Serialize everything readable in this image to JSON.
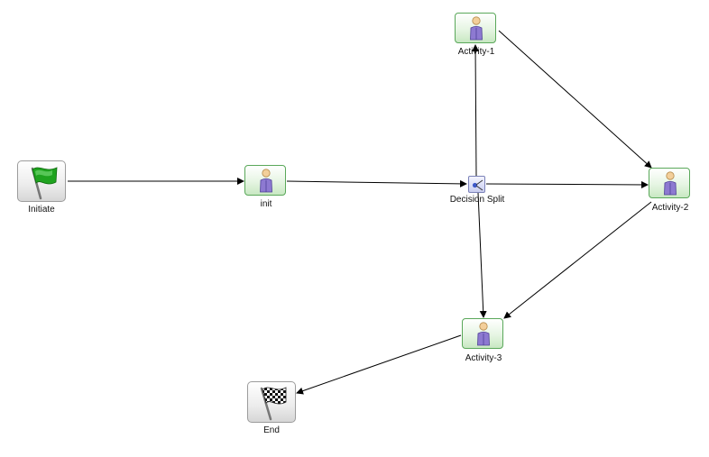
{
  "nodes": {
    "initiate": {
      "label": "Initiate",
      "icon": "green-flag-icon"
    },
    "init": {
      "label": "init",
      "icon": "person-icon"
    },
    "decision_split": {
      "label": "Decision Split",
      "icon": "decision-split-icon"
    },
    "activity_1": {
      "label": "Activity-1",
      "icon": "person-icon"
    },
    "activity_2": {
      "label": "Activity-2",
      "icon": "person-icon"
    },
    "activity_3": {
      "label": "Activity-3",
      "icon": "person-icon"
    },
    "end": {
      "label": "End",
      "icon": "checkered-flag-icon"
    }
  },
  "edges": [
    {
      "from": "Initiate",
      "to": "init"
    },
    {
      "from": "init",
      "to": "Decision Split"
    },
    {
      "from": "Decision Split",
      "to": "Activity-1"
    },
    {
      "from": "Decision Split",
      "to": "Activity-2"
    },
    {
      "from": "Decision Split",
      "to": "Activity-3"
    },
    {
      "from": "Activity-1",
      "to": "Activity-2"
    },
    {
      "from": "Activity-2",
      "to": "Activity-3"
    },
    {
      "from": "Activity-3",
      "to": "End"
    }
  ],
  "colors": {
    "activity_border": "#5aa85a",
    "person_body": "#8d79d1",
    "flag_green": "#1fa31f",
    "edge": "#000000"
  }
}
